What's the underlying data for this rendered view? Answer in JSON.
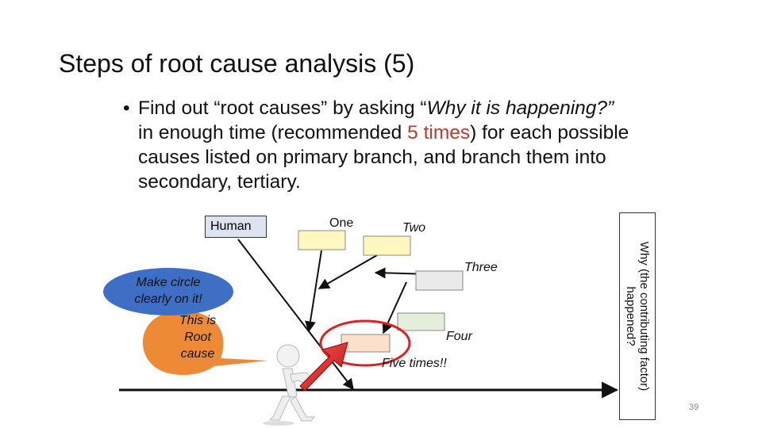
{
  "slide": {
    "title": "Steps of root cause analysis (5)",
    "bullet_symbol": "•",
    "bullet_part1": "Find out “root causes” by asking “",
    "bullet_italic": "Why it is happening?”",
    "bullet_part2": " in enough time (recommended ",
    "bullet_red_num": "5",
    "bullet_part3": " ",
    "bullet_red_word": "times",
    "bullet_part4": ") for each possible causes listed on primary branch, and branch them into secondary, tertiary.",
    "page_number": "39"
  },
  "diagram": {
    "human_label": "Human",
    "labels": {
      "one": "One",
      "two": "Two",
      "three": "Three",
      "four": "Four",
      "five": "Five times!!"
    },
    "callout_blue": "Make circle clearly on it!",
    "callout_orange": "This is Root cause",
    "side_label": "Why (the contributing factor) happened?",
    "colors": {
      "box_yellow": "#fff7c0",
      "box_gray": "#eaeaea",
      "box_green": "#e3eedb",
      "box_peach": "#fbe1c9",
      "callout_blue": "#3f6fc4",
      "callout_orange": "#ee8a35",
      "highlight_red": "#e02020"
    }
  }
}
